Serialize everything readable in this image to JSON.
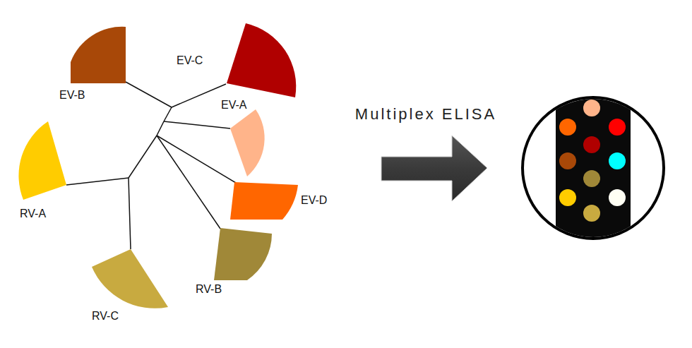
{
  "diagram": {
    "nodes": [
      {
        "text": [
          "EV-B"
        ]
      },
      {
        "text": [
          "EV-C"
        ]
      },
      {
        "text": [
          "EV-A"
        ]
      },
      {
        "text": [
          "RV-A"
        ]
      },
      {
        "text": [
          "EV-D"
        ]
      },
      {
        "text": [
          "RV-B"
        ]
      },
      {
        "text": [
          "RV-C"
        ]
      }
    ],
    "labels": [
      "Multiplex ELISA"
    ]
  }
}
